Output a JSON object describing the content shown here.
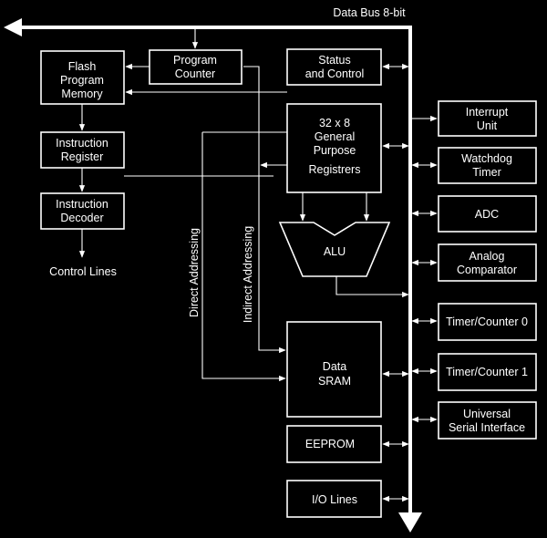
{
  "diagram": {
    "bus_label": "Data Bus 8-bit",
    "flash": [
      "Flash",
      "Program",
      "Memory"
    ],
    "program_counter": [
      "Program",
      "Counter"
    ],
    "status_control": [
      "Status",
      "and Control"
    ],
    "instruction_register": [
      "Instruction",
      "Register"
    ],
    "instruction_decoder": [
      "Instruction",
      "Decoder"
    ],
    "control_lines": "Control Lines",
    "registers": [
      "32 x 8",
      "General",
      "Purpose",
      "Registrers"
    ],
    "alu": "ALU",
    "data_sram": [
      "Data",
      "SRAM"
    ],
    "eeprom": "EEPROM",
    "io_lines": "I/O Lines",
    "direct_addressing": "Direct Addressing",
    "indirect_addressing": "Indirect Addressing",
    "interrupt_unit": [
      "Interrupt",
      "Unit"
    ],
    "watchdog_timer": [
      "Watchdog",
      "Timer"
    ],
    "adc": "ADC",
    "analog_comparator": [
      "Analog",
      "Comparator"
    ],
    "timer_counter_0": "Timer/Counter 0",
    "timer_counter_1": "Timer/Counter 1",
    "serial_interface": [
      "Universal",
      "Serial Interface"
    ]
  }
}
